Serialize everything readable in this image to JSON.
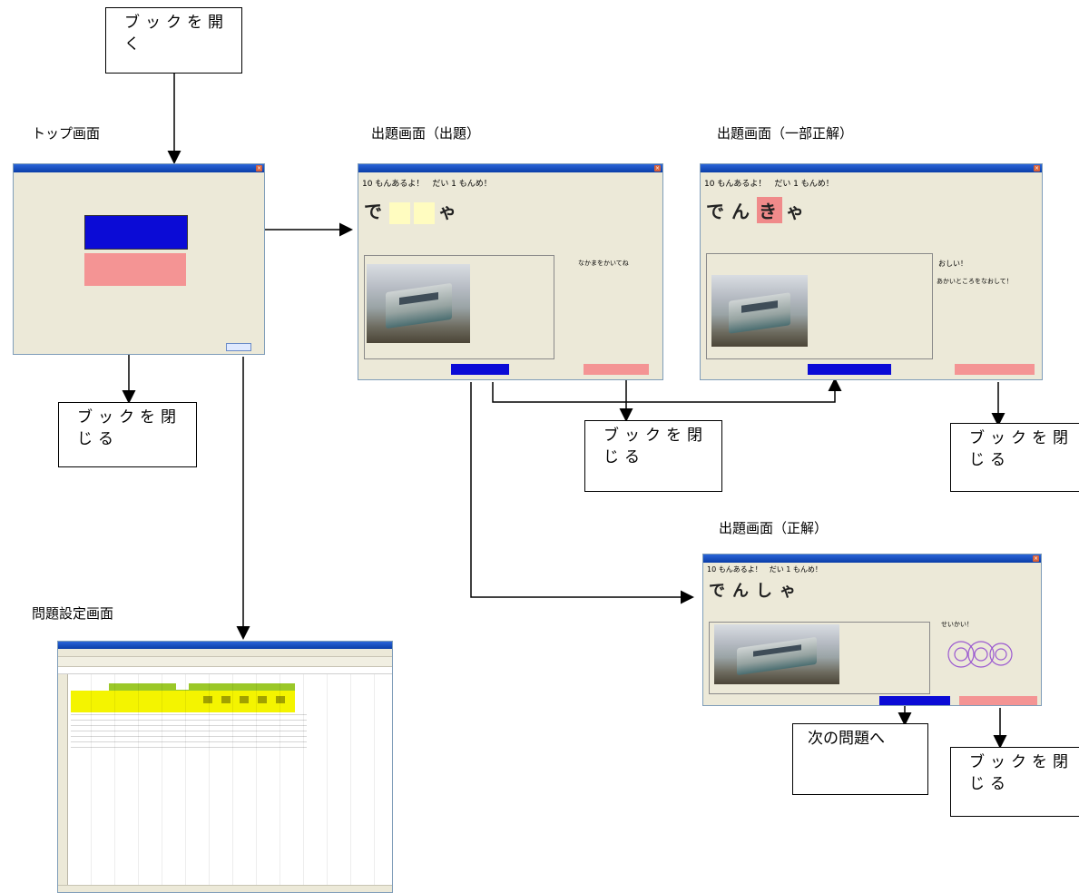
{
  "captions": {
    "top_screen": "トップ画面",
    "question_screen": "出題画面（出題）",
    "partial_screen": "出題画面（一部正解）",
    "correct_screen": "出題画面（正解）",
    "settings_screen": "問題設定画面"
  },
  "boxes": {
    "open_book": "ブックを開く",
    "close_book_top": "ブックを閉じる",
    "close_book_middle": "ブックを閉じる",
    "close_book_right": "ブックを閉じる",
    "next_question": "次の問題へ",
    "close_book_bottom": "ブックを閉じる"
  },
  "question_screen": {
    "info": "10 もんあるよ！　だい 1 もんめ！",
    "chars": [
      "で",
      "",
      "",
      "ゃ"
    ],
    "hint": "なかまをかいてね"
  },
  "partial_screen": {
    "info": "10 もんあるよ！　だい 1 もんめ！",
    "chars": [
      "で",
      "ん",
      "き",
      "ゃ"
    ],
    "message_line1": "おしい！",
    "message_line2": "あかいところをなおして！"
  },
  "correct_screen": {
    "info": "10 もんあるよ！　だい 1 もんめ！",
    "chars": [
      "で",
      "ん",
      "し",
      "ゃ"
    ],
    "message": "せいかい！"
  },
  "colors": {
    "blue_button": "#0b0bd6",
    "pink_button": "#f49494",
    "window_bg": "#ece9d8",
    "titlebar": "#0a3ea8",
    "spreadsheet_header_yellow": "#f4f400",
    "spreadsheet_header_green": "#9bc828",
    "wrong_char": "#f08a8a",
    "blank_char": "#fffcc0"
  }
}
